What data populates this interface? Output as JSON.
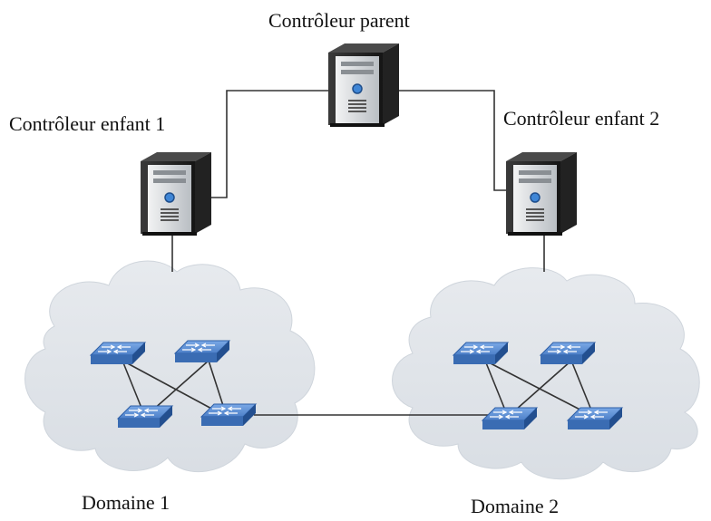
{
  "labels": {
    "parent": "Contrôleur parent",
    "child1": "Contrôleur enfant 1",
    "child2": "Contrôleur enfant 2",
    "domain1": "Domaine 1",
    "domain2": "Domaine 2"
  },
  "icons": {
    "controller": "server-tower-icon",
    "switch": "network-switch-icon",
    "domain": "cloud-icon"
  },
  "colors": {
    "cloud": "#dfe3e8",
    "cloud_edge": "#cfd5dc",
    "switch_top": "#5f91d6",
    "switch_side": "#2d5ea6",
    "server_body": "#2b2b2b",
    "server_front": "#cfd3d6",
    "link": "#333333"
  }
}
